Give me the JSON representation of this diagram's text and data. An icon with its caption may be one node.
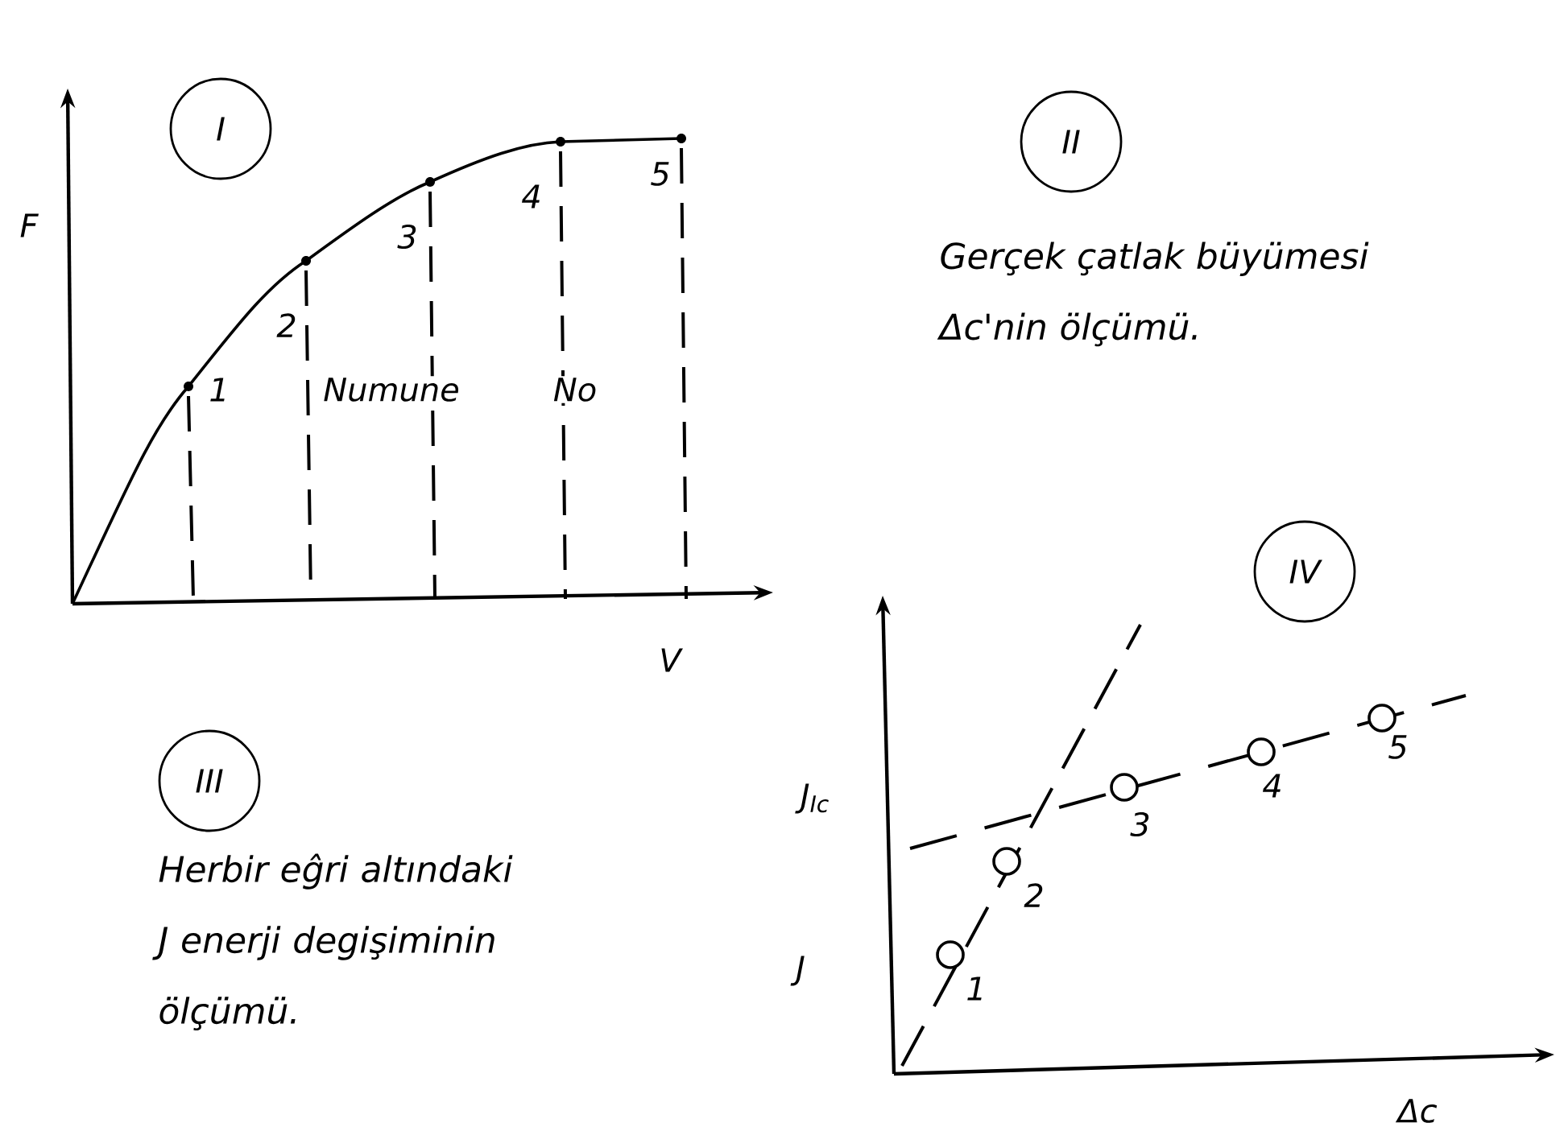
{
  "diagram": {
    "nodes": [
      {
        "text": [
          "I"
        ]
      },
      {
        "text": [
          "II"
        ],
        "beside": [
          "Gerçek çatlak büyümesi Δc'nin ölçümü."
        ]
      },
      {
        "text": [
          "III"
        ],
        "beside": [
          "Herbir eĝri altındaki J enerji degişiminin ölçümü."
        ]
      },
      {
        "text": [
          "IV"
        ]
      }
    ],
    "labels": [
      "F",
      "5",
      "4",
      "3",
      "2",
      "1",
      "Numune",
      "No",
      "V",
      "J$_{Ic}$",
      "3",
      "4",
      "5",
      "2",
      "J",
      "1",
      "Δc"
    ]
  }
}
